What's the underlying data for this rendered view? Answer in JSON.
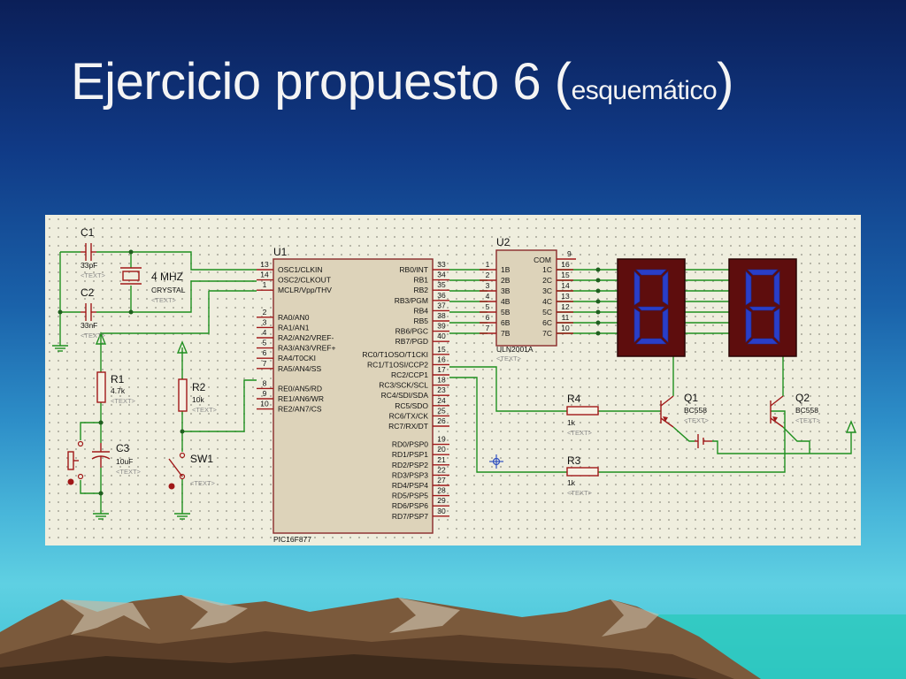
{
  "slide": {
    "title": "Ejercicio propuesto 6 (",
    "title_sub": "esquemático",
    "title_close": ")"
  },
  "schematic": {
    "text_placeholder": "<TEXT>",
    "c1": {
      "ref": "C1",
      "value": "33pF"
    },
    "c2": {
      "ref": "C2",
      "value": "33nF"
    },
    "c3": {
      "ref": "C3",
      "value": "10uF"
    },
    "crystal": {
      "freq": "4 MHZ",
      "type": "CRYSTAL"
    },
    "r1": {
      "ref": "R1",
      "value": "4.7k"
    },
    "r2": {
      "ref": "R2",
      "value": "10k"
    },
    "r3": {
      "ref": "R3",
      "value": "1k"
    },
    "r4": {
      "ref": "R4",
      "value": "1k"
    },
    "sw1": {
      "ref": "SW1"
    },
    "q1": {
      "ref": "Q1",
      "part": "BC558"
    },
    "q2": {
      "ref": "Q2",
      "part": "BC558"
    },
    "u1": {
      "ref": "U1",
      "part": "PIC16F877",
      "left_pins": [
        {
          "num": "13",
          "name": "OSC1/CLKIN"
        },
        {
          "num": "14",
          "name": "OSC2/CLKOUT"
        },
        {
          "num": "1",
          "name": "MCLR/Vpp/THV"
        },
        {
          "num": "2",
          "name": "RA0/AN0"
        },
        {
          "num": "3",
          "name": "RA1/AN1"
        },
        {
          "num": "4",
          "name": "RA2/AN2/VREF-"
        },
        {
          "num": "5",
          "name": "RA3/AN3/VREF+"
        },
        {
          "num": "6",
          "name": "RA4/T0CKI"
        },
        {
          "num": "7",
          "name": "RA5/AN4/SS"
        },
        {
          "num": "8",
          "name": "RE0/AN5/RD"
        },
        {
          "num": "9",
          "name": "RE1/AN6/WR"
        },
        {
          "num": "10",
          "name": "RE2/AN7/CS"
        }
      ],
      "right_pins": [
        {
          "num": "33",
          "name": "RB0/INT"
        },
        {
          "num": "34",
          "name": "RB1"
        },
        {
          "num": "35",
          "name": "RB2"
        },
        {
          "num": "36",
          "name": "RB3/PGM"
        },
        {
          "num": "37",
          "name": "RB4"
        },
        {
          "num": "38",
          "name": "RB5"
        },
        {
          "num": "39",
          "name": "RB6/PGC"
        },
        {
          "num": "40",
          "name": "RB7/PGD"
        },
        {
          "num": "15",
          "name": "RC0/T1OSO/T1CKI"
        },
        {
          "num": "16",
          "name": "RC1/T1OSI/CCP2"
        },
        {
          "num": "17",
          "name": "RC2/CCP1"
        },
        {
          "num": "18",
          "name": "RC3/SCK/SCL"
        },
        {
          "num": "23",
          "name": "RC4/SDI/SDA"
        },
        {
          "num": "24",
          "name": "RC5/SDO"
        },
        {
          "num": "25",
          "name": "RC6/TX/CK"
        },
        {
          "num": "26",
          "name": "RC7/RX/DT"
        },
        {
          "num": "19",
          "name": "RD0/PSP0"
        },
        {
          "num": "20",
          "name": "RD1/PSP1"
        },
        {
          "num": "21",
          "name": "RD2/PSP2"
        },
        {
          "num": "22",
          "name": "RD3/PSP3"
        },
        {
          "num": "27",
          "name": "RD4/PSP4"
        },
        {
          "num": "28",
          "name": "RD5/PSP5"
        },
        {
          "num": "29",
          "name": "RD6/PSP6"
        },
        {
          "num": "30",
          "name": "RD7/PSP7"
        }
      ]
    },
    "u2": {
      "ref": "U2",
      "part": "ULN2001A",
      "left_pins": [
        {
          "num": "1",
          "name": "1B"
        },
        {
          "num": "2",
          "name": "2B"
        },
        {
          "num": "3",
          "name": "3B"
        },
        {
          "num": "4",
          "name": "4B"
        },
        {
          "num": "5",
          "name": "5B"
        },
        {
          "num": "6",
          "name": "6B"
        },
        {
          "num": "7",
          "name": "7B"
        }
      ],
      "com": {
        "num": "9",
        "name": "COM"
      },
      "right_pins": [
        {
          "num": "16",
          "name": "1C"
        },
        {
          "num": "15",
          "name": "2C"
        },
        {
          "num": "14",
          "name": "3C"
        },
        {
          "num": "13",
          "name": "4C"
        },
        {
          "num": "12",
          "name": "5C"
        },
        {
          "num": "11",
          "name": "6C"
        },
        {
          "num": "10",
          "name": "7C"
        }
      ]
    },
    "displays": [
      {
        "digit": "8"
      },
      {
        "digit": "8"
      }
    ]
  }
}
